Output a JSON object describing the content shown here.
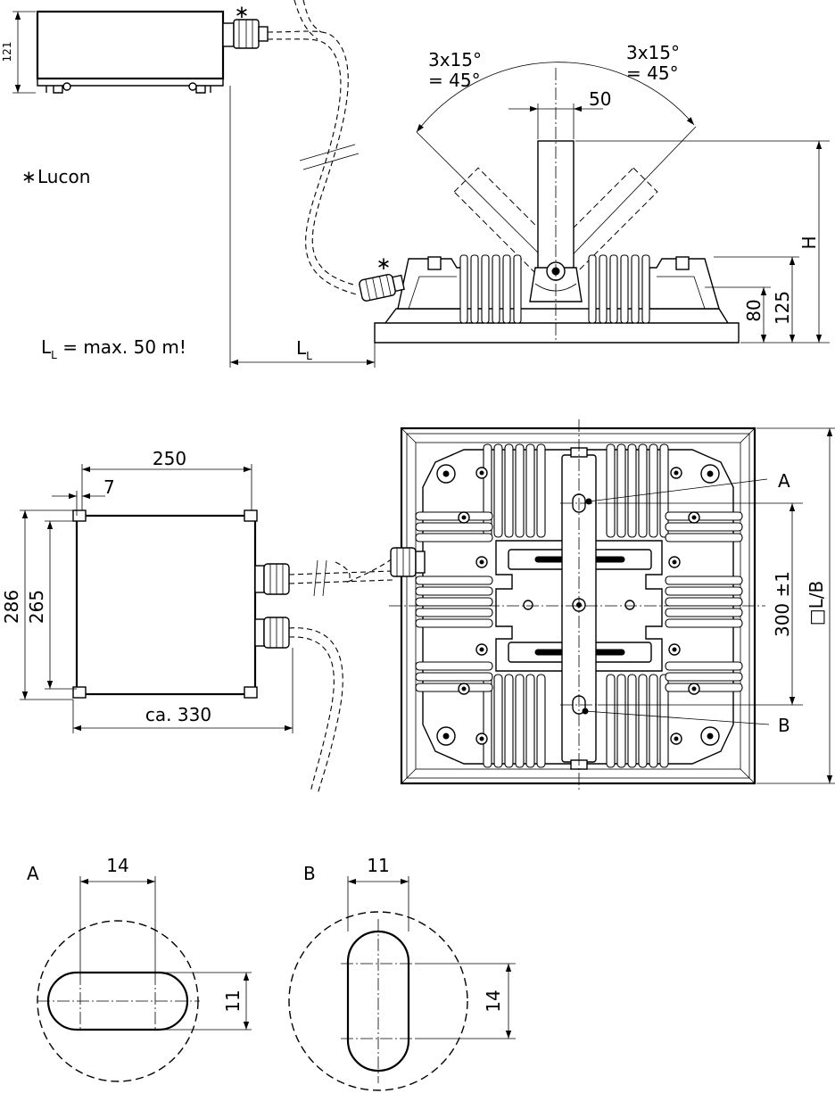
{
  "legend": {
    "star": "∗",
    "lucon": "Lucon",
    "cable_length_note_prefix": "L",
    "cable_length_note_sub": "L",
    "cable_length_note_suffix": " = max. 50 m!"
  },
  "side_view": {
    "angle_left_line1": "3x15°",
    "angle_left_line2": "= 45°",
    "angle_right_line1": "3x15°",
    "angle_right_line2": "= 45°",
    "dim_bracket_width": "50",
    "dim_height": "H",
    "dim_125": "125",
    "dim_80": "80",
    "cable_length_label": "L",
    "cable_length_sub": "L"
  },
  "driver_side": {
    "dim_height": "121"
  },
  "driver_top": {
    "dim_250": "250",
    "dim_7": "7",
    "dim_286": "286",
    "dim_265": "265",
    "dim_330": "ca. 330"
  },
  "fixture_top": {
    "label_a": "A",
    "label_b": "B",
    "dim_300": "300 ±1",
    "dim_lb": "□L/B"
  },
  "detail_a": {
    "title": "A",
    "dim_width": "14",
    "dim_height": "11"
  },
  "detail_b": {
    "title": "B",
    "dim_width": "11",
    "dim_height": "14"
  }
}
